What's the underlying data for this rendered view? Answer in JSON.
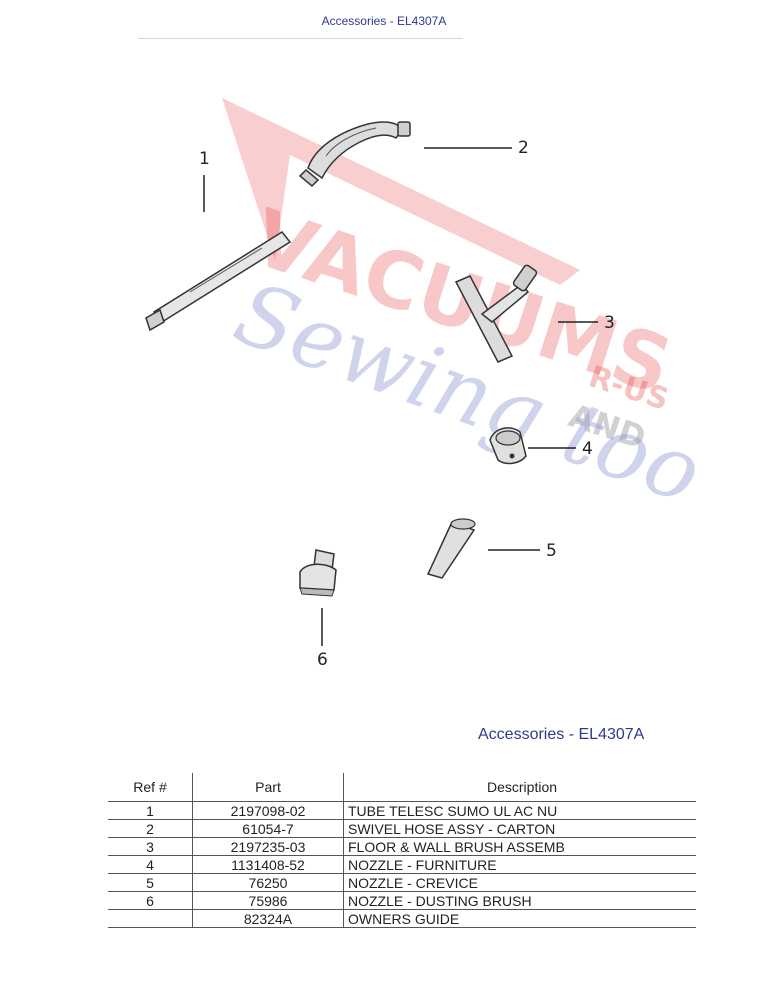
{
  "header": {
    "title": "Accessories - EL4307A"
  },
  "watermark": {
    "lines": [
      "VACUUMS",
      "R-US",
      "AND",
      "Sewing too"
    ]
  },
  "callouts": [
    "1",
    "2",
    "3",
    "4",
    "5",
    "6"
  ],
  "caption": "Accessories - EL4307A",
  "table": {
    "headers": {
      "ref": "Ref #",
      "part": "Part",
      "description": "Description"
    },
    "rows": [
      {
        "ref": "1",
        "part": "2197098-02",
        "description": "TUBE TELESC SUMO UL AC NU"
      },
      {
        "ref": "2",
        "part": "61054-7",
        "description": "SWIVEL HOSE ASSY - CARTON"
      },
      {
        "ref": "3",
        "part": "2197235-03",
        "description": "FLOOR & WALL BRUSH ASSEMB"
      },
      {
        "ref": "4",
        "part": "1131408-52",
        "description": "NOZZLE - FURNITURE"
      },
      {
        "ref": "5",
        "part": "76250",
        "description": "NOZZLE - CREVICE"
      },
      {
        "ref": "6",
        "part": "75986",
        "description": "NOZZLE - DUSTING BRUSH"
      },
      {
        "ref": "",
        "part": "82324A",
        "description": "OWNERS GUIDE"
      }
    ]
  },
  "colors": {
    "heading_blue": "#2f3a8c",
    "watermark_red": "#e83a3a",
    "watermark_lavender": "#8a93cf",
    "watermark_gray": "#9a9a9a"
  }
}
